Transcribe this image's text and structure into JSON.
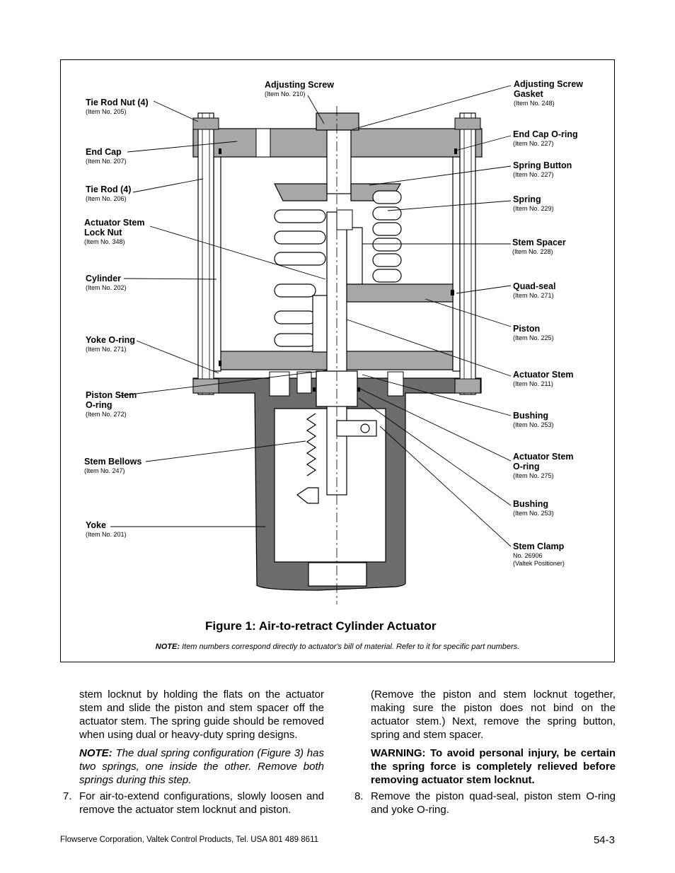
{
  "figure": {
    "title": "Figure 1: Air-to-retract Cylinder Actuator",
    "note_label": "NOTE:",
    "note_text": "Item numbers correspond directly to actuator's bill of material. Refer to it for specific part numbers.",
    "labels_left": [
      {
        "name": "Tie Rod Nut (4)",
        "item": "(Item No. 205)"
      },
      {
        "name": "End Cap",
        "item": "(Item No. 207)"
      },
      {
        "name": "Tie Rod (4)",
        "item": "(Item No. 206)"
      },
      {
        "name": "Actuator Stem\nLock Nut",
        "item": "(Item No. 348)"
      },
      {
        "name": "Cylinder",
        "item": "(Item No. 202)"
      },
      {
        "name": "Yoke O-ring",
        "item": "(Item No. 271)"
      },
      {
        "name": "Piston Stem\nO-ring",
        "item": "(Item No. 272)"
      },
      {
        "name": "Stem Bellows",
        "item": "(Item No. 247)"
      },
      {
        "name": "Yoke",
        "item": "(Item No. 201)"
      }
    ],
    "label_top": {
      "name": "Adjusting Screw",
      "item": "(Item No. 210)"
    },
    "labels_right": [
      {
        "name": "Adjusting Screw\nGasket",
        "item": "(Item No. 248)"
      },
      {
        "name": "End Cap O-ring",
        "item": "(Item No. 227)"
      },
      {
        "name": "Spring Button",
        "item": "(Item No. 227)"
      },
      {
        "name": "Spring",
        "item": "(Item No. 229)"
      },
      {
        "name": "Stem Spacer",
        "item": "(Item No. 228)"
      },
      {
        "name": "Quad-seal",
        "item": "(Item No. 271)"
      },
      {
        "name": "Piston",
        "item": "(Item No. 225)"
      },
      {
        "name": "Actuator Stem",
        "item": "(Item No. 211)"
      },
      {
        "name": "Bushing",
        "item": "(Item No. 253)"
      },
      {
        "name": "Actuator Stem\nO-ring",
        "item": "(Item No. 275)"
      },
      {
        "name": "Bushing",
        "item": "(Item No. 253)"
      },
      {
        "name": "Stem Clamp",
        "item": "No. 26906\n(Valtek Positioner)"
      }
    ]
  },
  "body": {
    "left_col": {
      "para1": "stem locknut by holding the flats on the actuator stem and slide the piston and stem spacer off the actuator stem. The spring guide should be removed when using dual or heavy-duty spring designs.",
      "note_label": "NOTE:",
      "note_text": "The dual spring configuration (Figure 3) has two springs, one inside the other. Remove both springs during this step.",
      "step7_num": "7.",
      "step7_text": "For air-to-extend configurations, slowly loosen and remove the actuator stem locknut and piston."
    },
    "right_col": {
      "para1": "(Remove the piston and stem locknut together, making sure the piston does not bind on the actuator stem.) Next, remove the spring button, spring and stem spacer.",
      "warning": "WARNING: To avoid personal injury, be certain the spring force is completely relieved before removing actuator stem locknut.",
      "step8_num": "8.",
      "step8_text": "Remove the piston quad-seal, piston stem O-ring and yoke O-ring."
    }
  },
  "footer": {
    "company": "Flowserve Corporation, Valtek Control Products, Tel. USA 801 489 8611",
    "page": "54-3"
  },
  "colors": {
    "part_fill": "#a7a7a7",
    "yoke_fill": "#6d6d6d",
    "line": "#000000"
  }
}
